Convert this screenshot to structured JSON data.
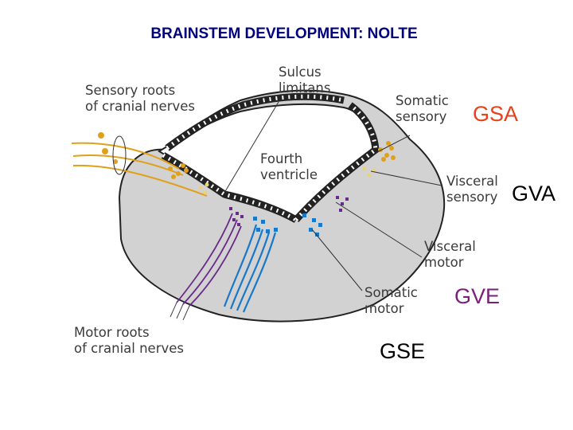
{
  "title": "BRAINSTEM DEVELOPMENT: NOLTE",
  "figure_labels": {
    "sensory_roots": [
      "Sensory roots",
      "of cranial nerves"
    ],
    "sulcus_limitans": [
      "Sulcus",
      "limitans"
    ],
    "somatic_sensory": [
      "Somatic",
      "sensory"
    ],
    "fourth_ventricle": [
      "Fourth",
      "ventricle"
    ],
    "visceral_sensory": [
      "Visceral",
      "sensory"
    ],
    "visceral_motor": [
      "Visceral",
      "motor"
    ],
    "somatic_motor": [
      "Somatic",
      "motor"
    ],
    "motor_roots": [
      "Motor roots",
      "of cranial nerves"
    ]
  },
  "categories": {
    "gsa": "GSA",
    "gva": "GVA",
    "gve": "GVE",
    "gse": "GSE"
  },
  "colors": {
    "title": "#000080",
    "gsa": "#e8401c",
    "gva": "#000000",
    "gve": "#7a1f7a",
    "gse": "#000000",
    "somatic_sensory_dots": "#e0a01a",
    "visceral_sensory_dots": "#e8d27a",
    "visceral_motor_dots": "#6a2a8a",
    "somatic_motor_dots": "#1a78c8",
    "tissue": "#d2d2d2"
  }
}
